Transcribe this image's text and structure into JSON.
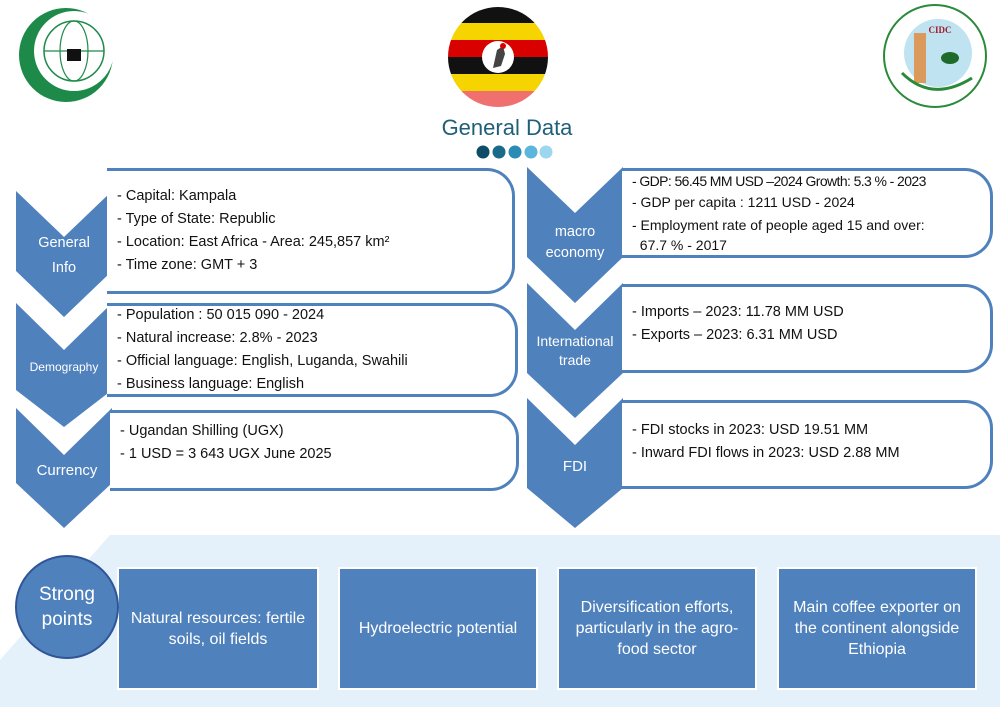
{
  "header": {
    "title": "General Data",
    "logos": {
      "left": "OIC",
      "right": "CIDC Islamic Centre for Development of Trade",
      "center": "Uganda flag"
    }
  },
  "colors": {
    "accent": "#4f81bd",
    "title": "#1f5f7a"
  },
  "left_sections": [
    {
      "label": [
        "General",
        "Info"
      ],
      "lines": [
        "- Capital: Kampala",
        "- Type of State: Republic",
        "- Location: East Africa - Area: 245,857 km²",
        "- Time zone: GMT + 3"
      ]
    },
    {
      "label": [
        "Demography"
      ],
      "lines": [
        "- Population : 50 015 090 - 2024",
        "- Natural increase: 2.8% - 2023",
        "- Official language: English, Luganda, Swahili",
        "- Business language: English"
      ]
    },
    {
      "label": [
        "Currency"
      ],
      "lines": [
        "- Ugandan Shilling (UGX)",
        "- 1 USD = 3 643 UGX June 2025"
      ]
    }
  ],
  "right_sections": [
    {
      "label": [
        "macro",
        "economy"
      ],
      "lines": [
        "- GDP: 56.45 MM USD –2024 Growth: 5.3 % - 2023",
        "- GDP per capita : 1211 USD - 2024",
        "- Employment rate of people aged 15 and over:",
        "  67.7 % - 2017"
      ]
    },
    {
      "label": [
        "International",
        "trade"
      ],
      "lines": [
        "- Imports – 2023: 11.78 MM USD",
        "- Exports – 2023: 6.31 MM USD"
      ]
    },
    {
      "label": [
        "FDI"
      ],
      "lines": [
        "- FDI stocks in 2023: USD 19.51 MM",
        "- Inward FDI flows in 2023: USD 2.88 MM"
      ]
    }
  ],
  "strong_points": {
    "title": [
      "Strong",
      "points"
    ],
    "items": [
      "Natural resources: fertile soils, oil fields",
      "Hydroelectric potential",
      "Diversification efforts, particularly in the agro-food sector",
      "Main coffee exporter on the continent alongside Ethiopia"
    ]
  }
}
